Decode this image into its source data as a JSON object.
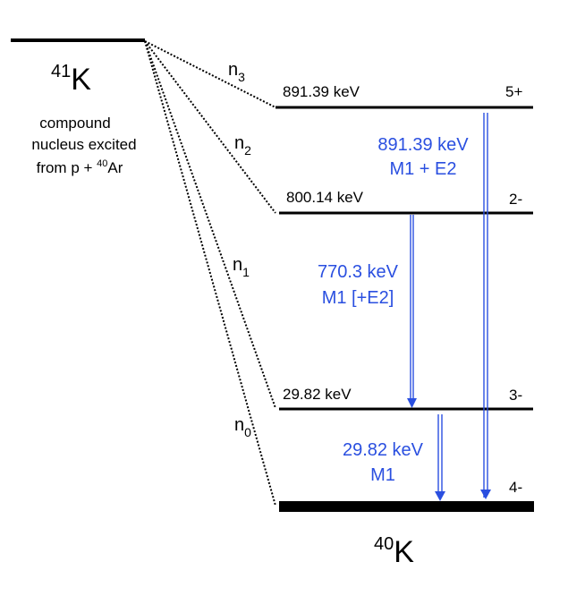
{
  "compound": {
    "mass_number": "41",
    "symbol": "K",
    "desc_line1": "compound",
    "desc_line2": "nucleus excited",
    "desc_line3_prefix": "from p + ",
    "desc_line3_mass": "40",
    "desc_line3_symbol": "Ar"
  },
  "product": {
    "mass_number": "40",
    "symbol": "K"
  },
  "levels": [
    {
      "energy": "891.39 keV",
      "spin": "5+"
    },
    {
      "energy": "800.14 keV",
      "spin": "2-"
    },
    {
      "energy": "29.82 keV",
      "spin": "3-"
    },
    {
      "energy": "",
      "spin": "4-"
    }
  ],
  "neutron_channels": [
    {
      "base": "n",
      "sub": "3"
    },
    {
      "base": "n",
      "sub": "2"
    },
    {
      "base": "n",
      "sub": "1"
    },
    {
      "base": "n",
      "sub": "0"
    }
  ],
  "transitions": [
    {
      "energy": "891.39 keV",
      "type": "M1 + E2"
    },
    {
      "energy": "770.3 keV",
      "type": "M1 [+E2]"
    },
    {
      "energy": "29.82 keV",
      "type": "M1"
    }
  ],
  "colors": {
    "level_line": "#000000",
    "transition": "#2a4fe0"
  }
}
